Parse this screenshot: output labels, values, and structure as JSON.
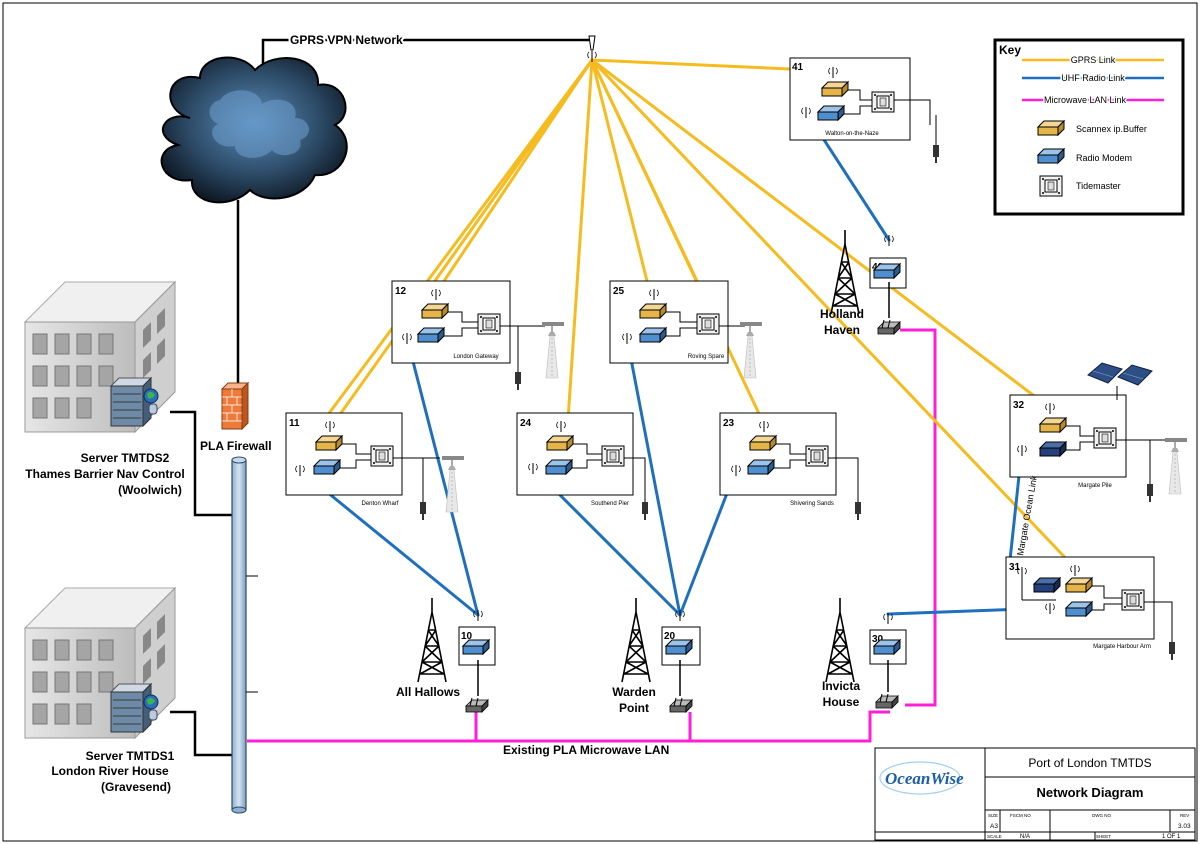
{
  "network_labels": {
    "gprs_vpn": "GPRS VPN Network",
    "firewall": "PLA Firewall",
    "microwave_lan": "Existing PLA Microwave LAN",
    "margate_ocean_link": "Margate Ocean Link"
  },
  "servers": [
    {
      "lines": [
        "Server TMTDS2",
        "Thames Barrier Nav Control",
        "(Woolwich)"
      ]
    },
    {
      "lines": [
        "Server TMTDS1",
        "London River House",
        "(Gravesend)"
      ]
    }
  ],
  "stations": [
    {
      "num": "41",
      "name": "Walton-on-the-Naze"
    },
    {
      "num": "12",
      "name": "London Gateway"
    },
    {
      "num": "25",
      "name": "Roving Spare"
    },
    {
      "num": "11",
      "name": "Denton Wharf"
    },
    {
      "num": "24",
      "name": "Southend Pier"
    },
    {
      "num": "23",
      "name": "Shivering Sands"
    },
    {
      "num": "32",
      "name": "Margate Pile"
    },
    {
      "num": "31",
      "name": "Margate Harbour Arm"
    }
  ],
  "relays": [
    {
      "num": "10",
      "name_lines": [
        "All Hallows"
      ]
    },
    {
      "num": "20",
      "name_lines": [
        "Warden",
        "Point"
      ]
    },
    {
      "num": "30",
      "name_lines": [
        "Invicta",
        "House"
      ]
    },
    {
      "num": "40",
      "name_lines": [
        "Holland",
        "Haven"
      ]
    }
  ],
  "key": {
    "title": "Key",
    "gprs": "GPRS Link",
    "uhf": "UHF Radio Link",
    "microwave": "Microwave LAN Link",
    "buffer": "Scannex ip.Buffer",
    "modem": "Radio Modem",
    "tidemaster": "Tidemaster"
  },
  "title_block": {
    "logo": "OceanWise",
    "project": "Port of London TMTDS",
    "drawing": "Network Diagram",
    "size_label": "SIZE",
    "size": "A3",
    "fscm_label": "FSCM NO",
    "dwg_label": "DWG NO",
    "rev_label": "REV",
    "rev": "3.03",
    "scale_label": "SCALE",
    "scale": "N/A",
    "sheet_label": "SHEET",
    "sheet": "1 OF 1"
  },
  "colors": {
    "gprs": "#f5bb1f",
    "uhf": "#1f6fbf",
    "microwave": "#ff1fd6",
    "buffer": "#e5b54a",
    "modem": "#4f8fd0"
  }
}
